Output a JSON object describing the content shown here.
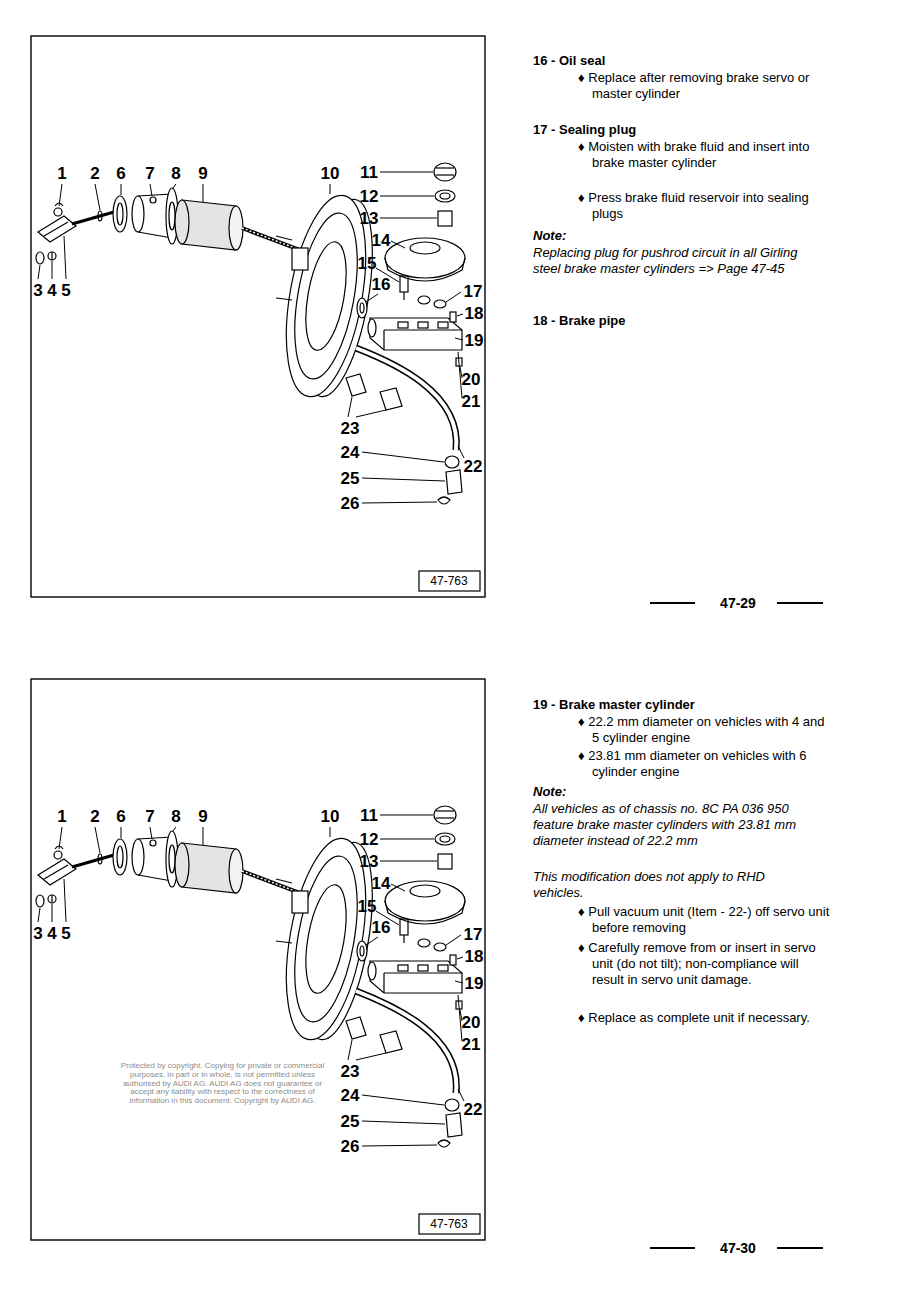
{
  "diagram": {
    "labels": [
      "1",
      "2",
      "6",
      "7",
      "8",
      "9",
      "10",
      "11",
      "12",
      "13",
      "14",
      "15",
      "16",
      "17",
      "18",
      "19",
      "20",
      "21",
      "22",
      "23",
      "24",
      "25",
      "26",
      "3",
      "4",
      "5",
      "47-763",
      "16 - Oil seal",
      "♦ Replace after removing brake servo or master cylinder",
      "17 - Sealing plug",
      "♦ Moisten with brake fluid and insert into brake master cylinder",
      "♦ Press brake fluid reservoir into sealing plugs",
      "Note:",
      "Replacing plug for pushrod circuit in all Girling steel brake master cylinders => Page 47-45",
      "18 - Brake pipe",
      "47-29",
      "1",
      "2",
      "6",
      "7",
      "8",
      "9",
      "10",
      "11",
      "12",
      "13",
      "14",
      "15",
      "16",
      "17",
      "18",
      "19",
      "20",
      "21",
      "22",
      "23",
      "24",
      "25",
      "26",
      "3",
      "4",
      "5",
      "47-763",
      "Protected by copyright. Copying for private or commercial purposes, in part or in whole, is not permitted unless authorised by AUDI AG. AUDI AG does not guarantee or accept any liability with respect to the correctness of information in this document. Copyright by AUDI AG.",
      "19 - Brake master cylinder",
      "♦ 22.2 mm diameter on vehicles with 4 and 5 cylinder engine",
      "♦ 23.81 mm diameter on vehicles with 6 cylinder engine",
      "Note:",
      "All vehicles as of chassis no. 8C PA 036 950 feature brake master cylinders with 23.81 mm diameter instead of 22.2 mm",
      "This modification does not apply to RHD vehicles.",
      "♦ Pull vacuum unit (Item - 22-) off servo unit before removing",
      "♦ Carefully remove from or insert in servo unit (do not tilt); non-compliance will result in servo unit damage.",
      "♦ Replace as complete unit if necessary.",
      "47-30"
    ]
  }
}
